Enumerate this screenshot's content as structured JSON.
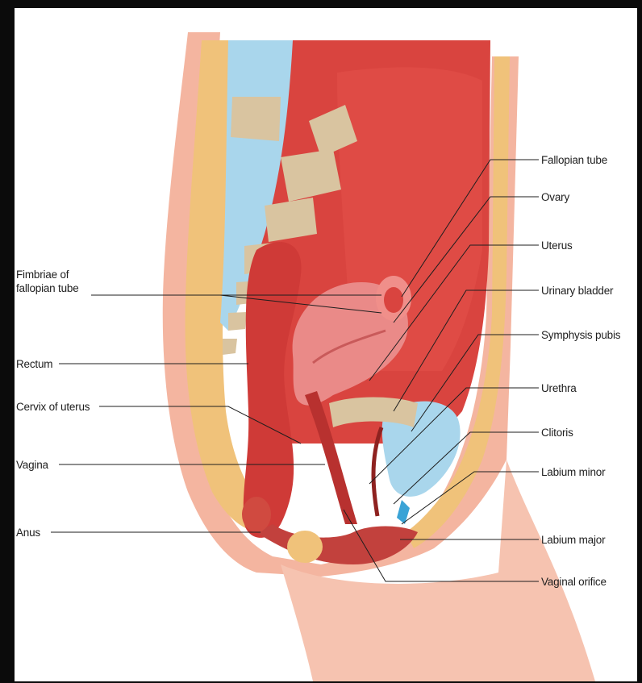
{
  "diagram": {
    "labels_left": {
      "fimbriae": "Fimbriae of fallopian tube",
      "rectum": "Rectum",
      "cervix": "Cervix of uterus",
      "vagina": "Vagina",
      "anus": "Anus"
    },
    "labels_right": {
      "fallopian_tube": "Fallopian tube",
      "ovary": "Ovary",
      "uterus": "Uterus",
      "urinary_bladder": "Urinary bladder",
      "symphysis_pubis": "Symphysis pubis",
      "urethra": "Urethra",
      "clitoris": "Clitoris",
      "labium_minor": "Labium minor",
      "labium_major": "Labium major",
      "vaginal_orifice": "Vaginal orifice"
    },
    "colors": {
      "background": "#0b0b0b",
      "canvas": "#ffffff",
      "skin": "#f4b5a0",
      "fat": "#f0c27a",
      "muscle": "#d9443f",
      "tissue_pink": "#ea8a88",
      "bone": "#d9c4a0",
      "cartilage": "#a9d6ec",
      "leader_line": "#1e1e1e"
    }
  }
}
